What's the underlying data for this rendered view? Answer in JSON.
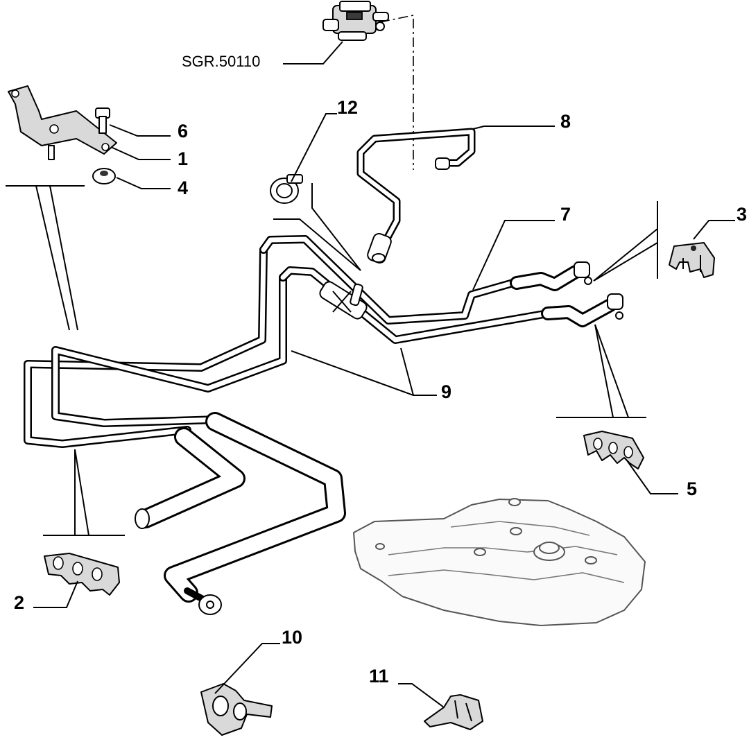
{
  "diagram": {
    "reference_label": "SGR.50110",
    "callouts": [
      {
        "id": "1",
        "label": "1"
      },
      {
        "id": "2",
        "label": "2"
      },
      {
        "id": "3",
        "label": "3"
      },
      {
        "id": "4",
        "label": "4"
      },
      {
        "id": "5",
        "label": "5"
      },
      {
        "id": "6",
        "label": "6"
      },
      {
        "id": "7",
        "label": "7"
      },
      {
        "id": "8",
        "label": "8"
      },
      {
        "id": "9",
        "label": "9"
      },
      {
        "id": "10",
        "label": "10"
      },
      {
        "id": "11",
        "label": "11"
      },
      {
        "id": "12",
        "label": "12"
      }
    ]
  }
}
